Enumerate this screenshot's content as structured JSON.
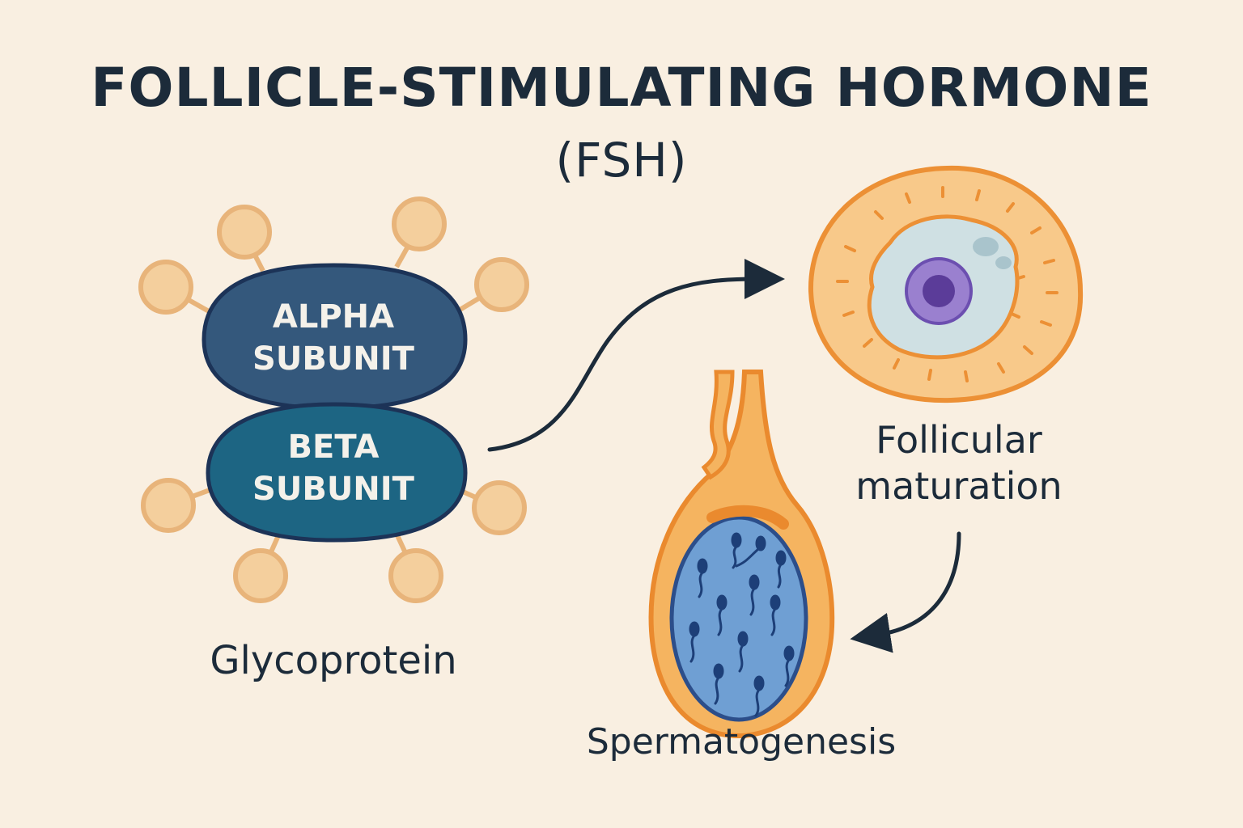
{
  "title": {
    "line1": "FOLLICLE-STIMULATING HORMONE",
    "line2": "(FSH)"
  },
  "molecule": {
    "alpha_line1": "ALPHA",
    "alpha_line2": "SUBUNIT",
    "beta_line1": "BETA",
    "beta_line2": "SUBUNIT",
    "label": "Glycoprotein"
  },
  "targets": {
    "follicle_line1": "Follicular",
    "follicle_line2": "maturation",
    "testis_label": "Spermatogenesis"
  },
  "colors": {
    "background": "#f9efe1",
    "alpha_subunit": "#34587c",
    "beta_subunit": "#1d6583",
    "outline": "#1c3357",
    "sugar": "#f4cf9d",
    "orange": "#f0a04a",
    "cytoplasm": "#cfe0e3",
    "nucleus": "#8a6bc4",
    "testis_blue": "#6f9fd3",
    "text": "#1c2b3a"
  }
}
